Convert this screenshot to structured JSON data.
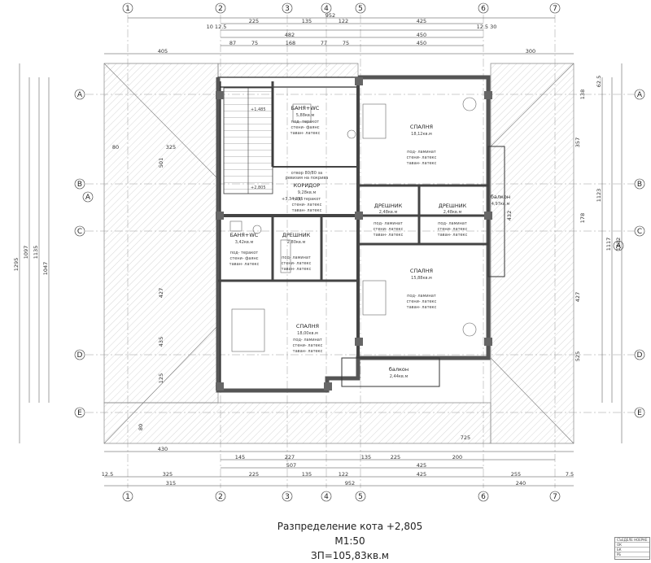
{
  "axes": {
    "vertical": [
      "1",
      "2",
      "3",
      "4",
      "5",
      "6",
      "7"
    ],
    "horizontal": [
      "A",
      "B",
      "C",
      "D",
      "E"
    ]
  },
  "dims_top": {
    "overall": "952",
    "row1": [
      "225",
      "135",
      "122",
      "425"
    ],
    "row2": [
      "482",
      "450"
    ],
    "row3": [
      "87",
      "75",
      "168",
      "77",
      "75",
      "450"
    ],
    "row4_left": "405",
    "row4_right": "300",
    "edge_left": "10 12.5",
    "edge_right": "12.5 30"
  },
  "dims_bottom": {
    "row1": [
      "145",
      "227",
      "135",
      "225",
      "200"
    ],
    "row2": [
      "507",
      "425"
    ],
    "row3": [
      "325",
      "225",
      "135",
      "122",
      "425"
    ],
    "row4": [
      "315",
      "952",
      "240"
    ],
    "left_small": "12.5",
    "right_small": "7.5",
    "mid_small": "255",
    "left_eave": "430",
    "right_eave": "725"
  },
  "dims_left": [
    "1295",
    "1097",
    "1135",
    "1047",
    "427",
    "435",
    "325",
    "501",
    "80",
    "125",
    "80"
  ],
  "dims_right": [
    "1123",
    "1117",
    "1232",
    "357",
    "432",
    "427",
    "525",
    "138",
    "178",
    "62.5"
  ],
  "rooms": [
    {
      "name": "БАНЯ+WC",
      "area": "5,88кв.м",
      "lines": [
        "под- теракот",
        "стени- фаянс",
        "таван- латекс"
      ]
    },
    {
      "name": "СПАЛНЯ",
      "area": "18,12кв.м",
      "lines": [
        "под- ламинат",
        "стени- латекс",
        "таван- латекс"
      ]
    },
    {
      "name": "КОРИДОР",
      "area": "9,28кв.м",
      "lines": [
        "под- теракот",
        "стени- латекс",
        "таван- латекс"
      ]
    },
    {
      "name": "ДРЕШНИК",
      "area": "2,48кв.м",
      "lines": [
        "под- ламинат",
        "стени- латекс",
        "таван- латекс"
      ]
    },
    {
      "name": "ДРЕШНИК",
      "area": "2,48кв.м",
      "lines": [
        "под- ламинат",
        "стени- латекс",
        "таван- латекс"
      ]
    },
    {
      "name": "балкон",
      "area": "4,97кв.м",
      "lines": []
    },
    {
      "name": "БАНЯ+WC",
      "area": "3,42кв.м",
      "lines": [
        "под- теракот",
        "стени- фаянс",
        "таван- латекс"
      ]
    },
    {
      "name": "ДРЕШНИК",
      "area": "2,80кв.м",
      "lines": [
        "под- ламинат",
        "стени- латекс",
        "таван- латекс"
      ]
    },
    {
      "name": "СПАЛНЯ",
      "area": "15,88кв.м",
      "lines": [
        "под- ламинат",
        "стени- латекс",
        "таван- латекс"
      ]
    },
    {
      "name": "СПАЛНЯ",
      "area": "18,00кв.м",
      "lines": [
        "под- ламинат",
        "стени- латекс",
        "таван- латекс"
      ]
    },
    {
      "name": "балкон",
      "area": "2,44кв.м",
      "lines": []
    }
  ],
  "annotations": {
    "opening": "отвор 80/80 за",
    "opening2": "ревизия на покрива",
    "level1": "+1,485",
    "level2": "+2,805",
    "level3": "+3,34,255",
    "section": "A"
  },
  "title": {
    "line1": "Разпределение кота +2,805",
    "line2": "М1:50",
    "line3": "ЗП=105,83кв.м"
  },
  "stamp": {
    "header": "СЪЕДЕЛЕ НОЕРКЕ",
    "rows": [
      "ОК",
      "БК",
      "РБ"
    ]
  }
}
